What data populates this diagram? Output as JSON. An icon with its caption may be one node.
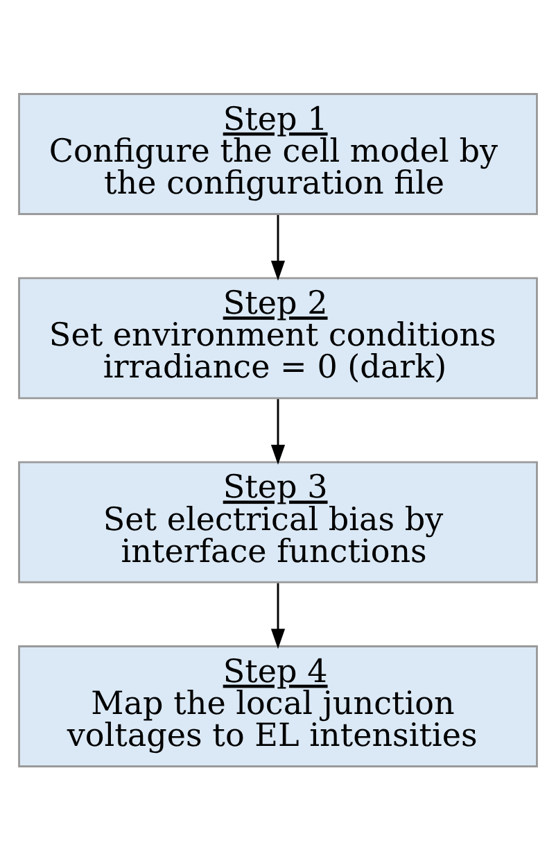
{
  "diagram": {
    "nodes": [
      {
        "text": [
          "Step 1",
          "Configure the cell model by the configuration file"
        ]
      },
      {
        "text": [
          "Step 2",
          "Set environment conditions irradiance = 0 (dark)"
        ]
      },
      {
        "text": [
          "Step 3",
          "Set electrical bias by interface functions"
        ]
      },
      {
        "text": [
          "Step 4",
          "Map the local junction voltages to EL intensities"
        ]
      }
    ],
    "edges": [
      {
        "from": 0,
        "to": 1,
        "arrow": "to"
      },
      {
        "from": 1,
        "to": 2,
        "arrow": "to"
      },
      {
        "from": 2,
        "to": 3,
        "arrow": "to"
      }
    ]
  }
}
